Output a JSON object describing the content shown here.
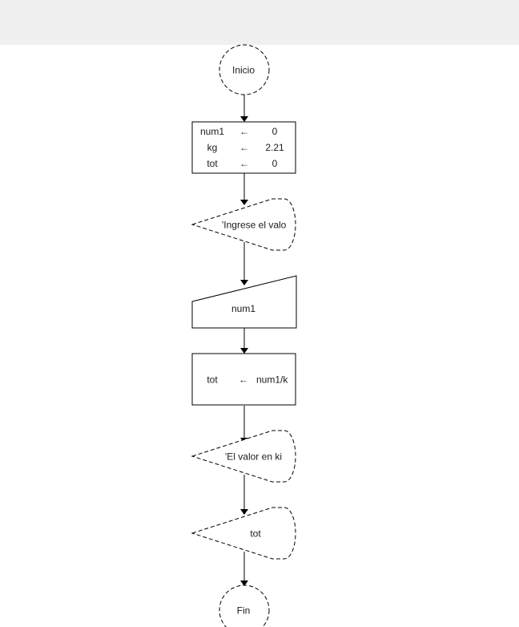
{
  "flowchart": {
    "start_label": "Inicio",
    "end_label": "Fin",
    "assign_arrow": "←",
    "assignments": [
      {
        "var": "num1",
        "value": "0"
      },
      {
        "var": "kg",
        "value": "2.21"
      },
      {
        "var": "tot",
        "value": "0"
      }
    ],
    "display_prompt": "'Ingrese el valo",
    "input_var": "num1",
    "compute": {
      "var": "tot",
      "expr": "num1/k"
    },
    "display_result_label": "'El valor en ki",
    "display_total": "tot"
  }
}
